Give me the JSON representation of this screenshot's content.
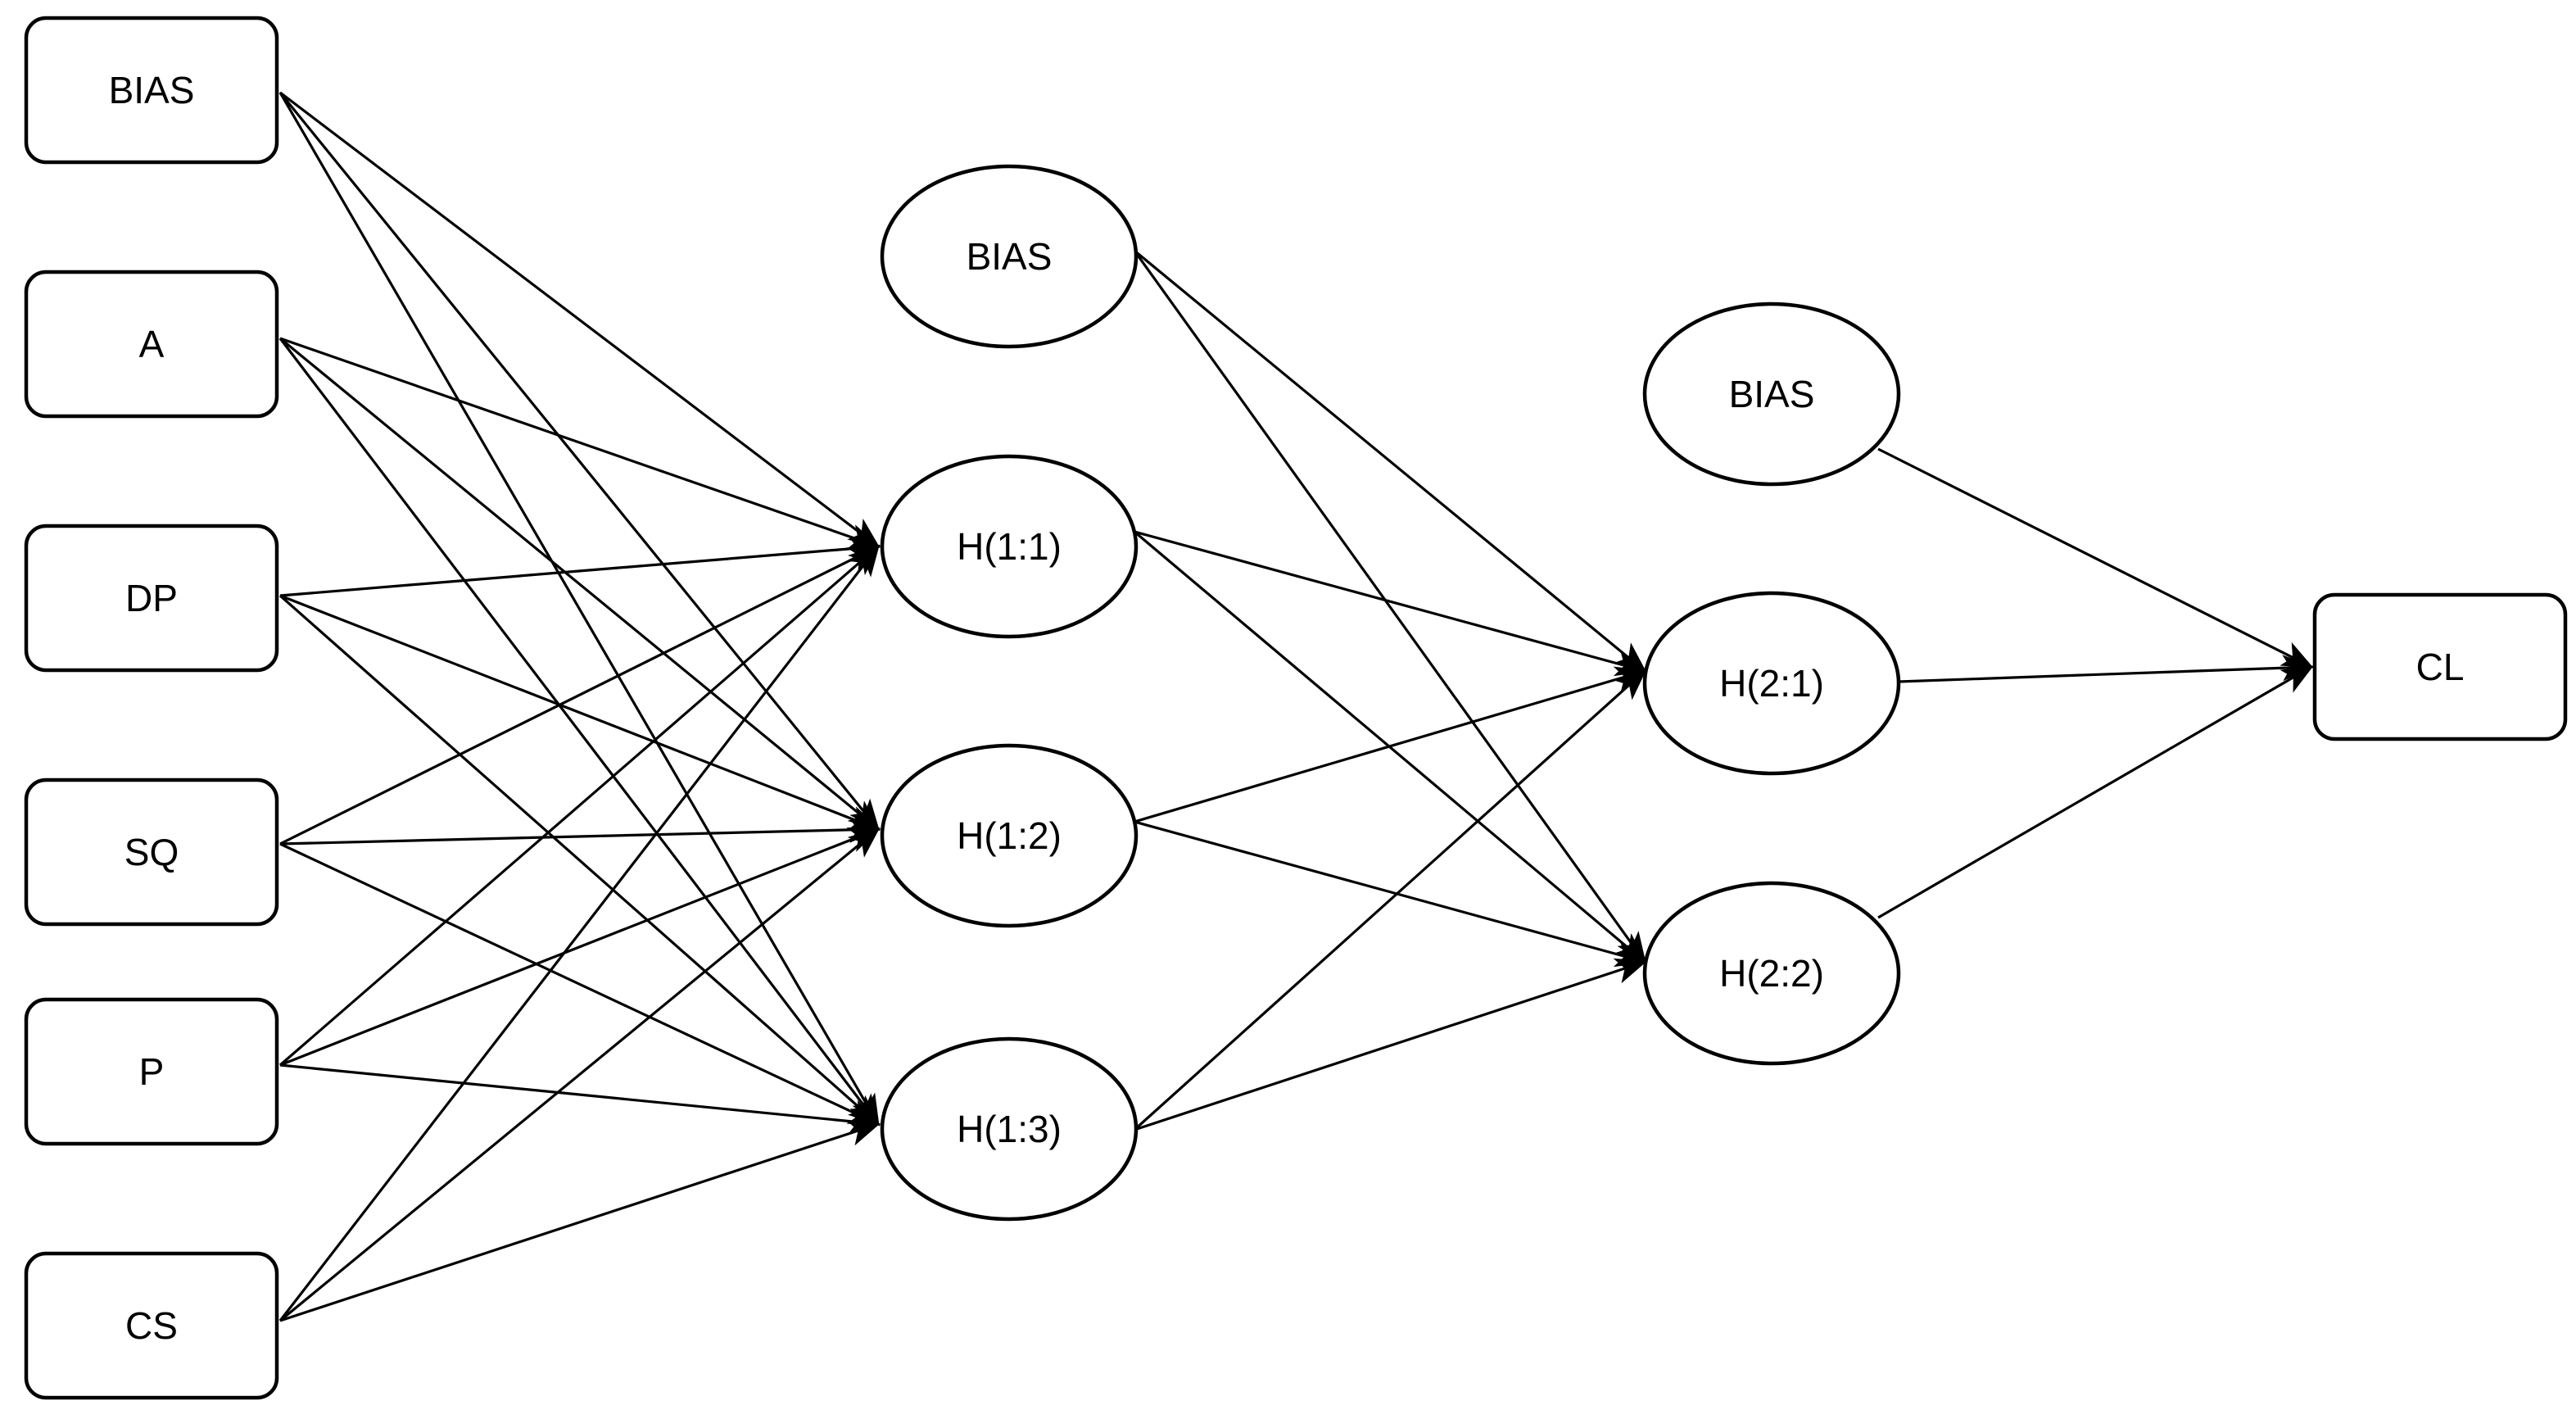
{
  "diagram": {
    "type": "feed-forward-neural-network",
    "colors": {
      "stroke": "#000000",
      "node_fill": "#ffffff",
      "background": "#ffffff"
    },
    "layers": [
      {
        "id": "input",
        "nodes": [
          {
            "id": "in_bias",
            "label": "BIAS",
            "shape": "rounded-rect"
          },
          {
            "id": "in_a",
            "label": "A",
            "shape": "rounded-rect"
          },
          {
            "id": "in_dp",
            "label": "DP",
            "shape": "rounded-rect"
          },
          {
            "id": "in_sq",
            "label": "SQ",
            "shape": "rounded-rect"
          },
          {
            "id": "in_p",
            "label": "P",
            "shape": "rounded-rect"
          },
          {
            "id": "in_cs",
            "label": "CS",
            "shape": "rounded-rect"
          }
        ]
      },
      {
        "id": "hidden1",
        "nodes": [
          {
            "id": "h1_bias",
            "label": "BIAS",
            "shape": "ellipse"
          },
          {
            "id": "h11",
            "label": "H(1:1)",
            "shape": "ellipse"
          },
          {
            "id": "h12",
            "label": "H(1:2)",
            "shape": "ellipse"
          },
          {
            "id": "h13",
            "label": "H(1:3)",
            "shape": "ellipse"
          }
        ]
      },
      {
        "id": "hidden2",
        "nodes": [
          {
            "id": "h2_bias",
            "label": "BIAS",
            "shape": "ellipse"
          },
          {
            "id": "h21",
            "label": "H(2:1)",
            "shape": "ellipse"
          },
          {
            "id": "h22",
            "label": "H(2:2)",
            "shape": "ellipse"
          }
        ]
      },
      {
        "id": "output",
        "nodes": [
          {
            "id": "out_cl",
            "label": "CL",
            "shape": "rounded-rect"
          }
        ]
      }
    ],
    "edges": [
      {
        "from": "in_bias",
        "to": "h11"
      },
      {
        "from": "in_bias",
        "to": "h12"
      },
      {
        "from": "in_bias",
        "to": "h13"
      },
      {
        "from": "in_a",
        "to": "h11"
      },
      {
        "from": "in_a",
        "to": "h12"
      },
      {
        "from": "in_a",
        "to": "h13"
      },
      {
        "from": "in_dp",
        "to": "h11"
      },
      {
        "from": "in_dp",
        "to": "h12"
      },
      {
        "from": "in_dp",
        "to": "h13"
      },
      {
        "from": "in_sq",
        "to": "h11"
      },
      {
        "from": "in_sq",
        "to": "h12"
      },
      {
        "from": "in_sq",
        "to": "h13"
      },
      {
        "from": "in_p",
        "to": "h11"
      },
      {
        "from": "in_p",
        "to": "h12"
      },
      {
        "from": "in_p",
        "to": "h13"
      },
      {
        "from": "in_cs",
        "to": "h11"
      },
      {
        "from": "in_cs",
        "to": "h12"
      },
      {
        "from": "in_cs",
        "to": "h13"
      },
      {
        "from": "h1_bias",
        "to": "h21"
      },
      {
        "from": "h1_bias",
        "to": "h22"
      },
      {
        "from": "h11",
        "to": "h21"
      },
      {
        "from": "h11",
        "to": "h22"
      },
      {
        "from": "h12",
        "to": "h21"
      },
      {
        "from": "h12",
        "to": "h22"
      },
      {
        "from": "h13",
        "to": "h21"
      },
      {
        "from": "h13",
        "to": "h22"
      },
      {
        "from": "h2_bias",
        "to": "out_cl"
      },
      {
        "from": "h21",
        "to": "out_cl"
      },
      {
        "from": "h22",
        "to": "out_cl"
      }
    ]
  }
}
